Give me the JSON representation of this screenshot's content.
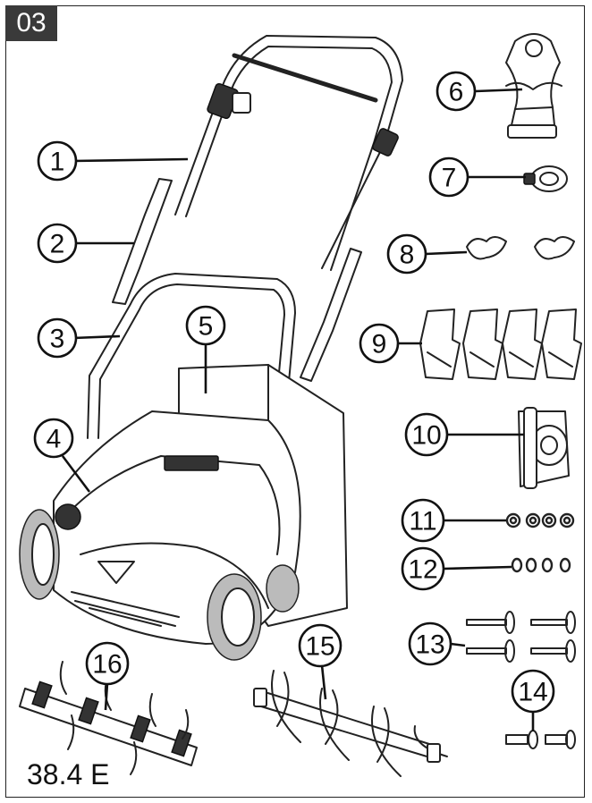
{
  "figure_number": "03",
  "model_label": "38.4 E",
  "callouts": [
    "1",
    "2",
    "3",
    "4",
    "5",
    "6",
    "7",
    "8",
    "9",
    "10",
    "11",
    "12",
    "13",
    "14",
    "15",
    "16"
  ],
  "colors": {
    "line": "#222222",
    "badge_bg": "#3a3a3a",
    "badge_text": "#ffffff"
  }
}
